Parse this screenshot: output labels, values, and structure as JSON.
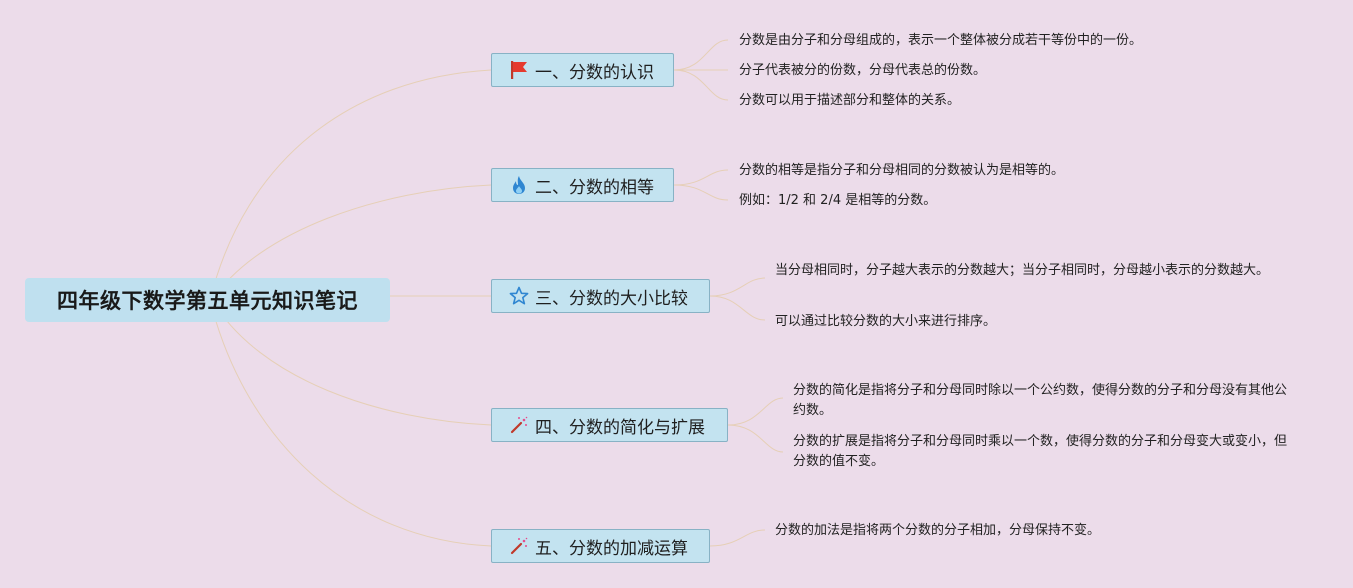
{
  "root": {
    "title": "四年级下数学第五单元知识笔记"
  },
  "branches": [
    {
      "label": "一、分数的认识",
      "icon": "red-flag-icon",
      "notes": [
        "分数是由分子和分母组成的，表示一个整体被分成若干等份中的一份。",
        "分子代表被分的份数，分母代表总的份数。",
        "分数可以用于描述部分和整体的关系。"
      ]
    },
    {
      "label": "二、分数的相等",
      "icon": "flame-icon",
      "notes": [
        "分数的相等是指分子和分母相同的分数被认为是相等的。",
        "例如：1/2 和 2/4 是相等的分数。"
      ]
    },
    {
      "label": "三、分数的大小比较",
      "icon": "star-icon",
      "notes": [
        "当分母相同时，分子越大表示的分数越大；当分子相同时，分母越小表示的分数越大。",
        "可以通过比较分数的大小来进行排序。"
      ]
    },
    {
      "label": "四、分数的简化与扩展",
      "icon": "magic-wand-icon",
      "notes": [
        "分数的简化是指将分子和分母同时除以一个公约数，使得分数的分子和分母没有其他公约数。",
        "分数的扩展是指将分子和分母同时乘以一个数，使得分数的分子和分母变大或变小，但分数的值不变。"
      ]
    },
    {
      "label": "五、分数的加减运算",
      "icon": "magic-wand-icon",
      "notes": [
        "分数的加法是指将两个分数的分子相加，分母保持不变。"
      ]
    }
  ],
  "colors": {
    "background": "#ecdcea",
    "node_fill": "#c3e3f0",
    "node_border": "#88b2c5",
    "connector": "#e6cfb6"
  }
}
